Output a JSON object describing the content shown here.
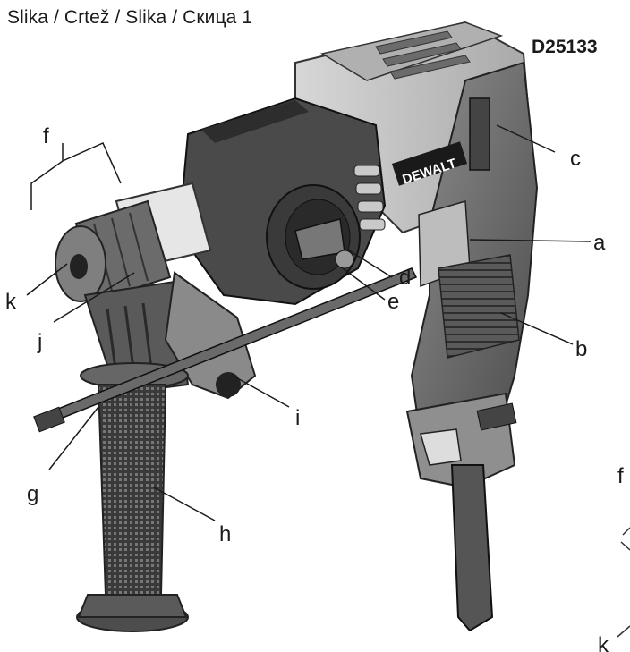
{
  "document": {
    "title": "Slika / Crtež / Slika / Скица 1",
    "model": "D25133"
  },
  "callouts": {
    "a": "a",
    "b": "b",
    "c": "c",
    "d": "d",
    "e": "e",
    "f": "f",
    "g": "g",
    "h": "h",
    "i": "i",
    "j": "j",
    "k": "k",
    "f_inset": "f",
    "k_inset": "k"
  },
  "brand": {
    "logo_text": "DEWALT"
  }
}
